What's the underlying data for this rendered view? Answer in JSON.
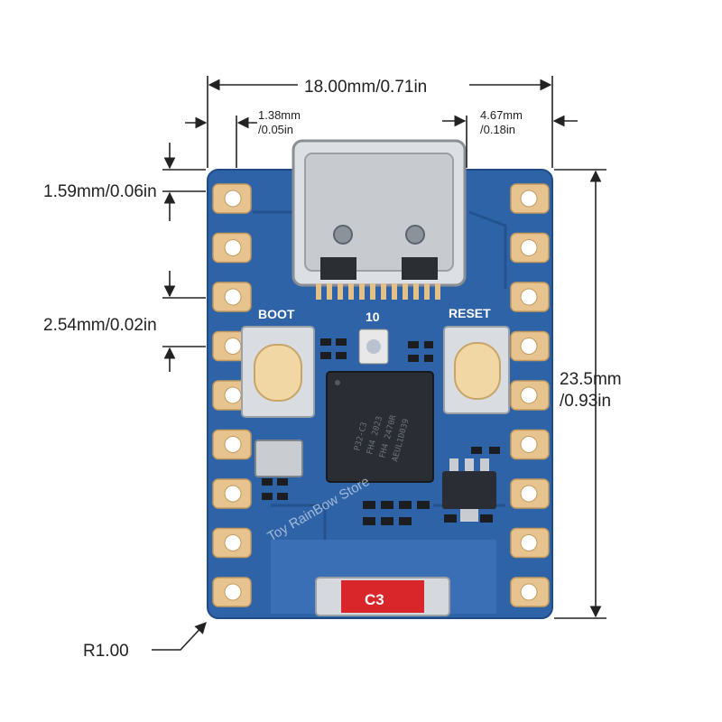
{
  "dimensions": {
    "width": "18.00mm/0.71in",
    "usb_offset_left_mm": "1.38mm",
    "usb_offset_left_in": "/0.05in",
    "usb_offset_right_mm": "4.67mm",
    "usb_offset_right_in": "/0.18in",
    "top_margin": "1.59mm/0.06in",
    "pin_pitch": "2.54mm/0.02in",
    "height_mm": "23.5mm",
    "height_in": "/0.93in",
    "corner_radius": "R1.00"
  },
  "board": {
    "boot_label": "BOOT",
    "io_label": "10",
    "reset_label": "RESET",
    "antenna_label": "C3",
    "chip_lines": [
      "P32-C3",
      "FH4 2023",
      "FH4 2470R",
      "AEUL1D039"
    ],
    "watermark": "Toy RainBow Store"
  },
  "colors": {
    "pcb": "#2f63a8",
    "pcb_dark": "#214f8c",
    "pad": "#e7c48f",
    "button_cap": "#f1d7a3",
    "chip": "#2a2d33",
    "antenna": "#d8262b",
    "dimension_line": "#222222"
  },
  "icons": [
    "usb-c-connector",
    "push-button",
    "antenna",
    "crystal",
    "mcu-chip"
  ]
}
